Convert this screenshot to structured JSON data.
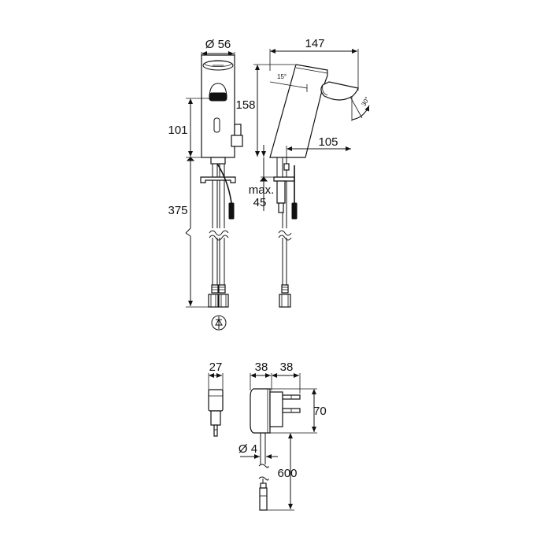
{
  "drawing": {
    "title": "Electronic basin tap dimension drawing",
    "front_view": {
      "diameter_label": "Ø 56",
      "height_outlet_label": "101",
      "hose_length_label": "375"
    },
    "side_view": {
      "reach_label": "147",
      "height_label": "158",
      "spout_reach_label": "105",
      "mounting_label_line1": "max.",
      "mounting_label_line2": "45",
      "angle_body_label": "15°",
      "angle_spout_label": "30°"
    },
    "symbol": {
      "name": "check-valve-symbol"
    },
    "power_supply": {
      "width_front_label": "27",
      "depth_body_label": "38",
      "depth_pins_label": "38",
      "height_label": "70",
      "cable_diameter_label": "Ø 4",
      "cable_length_label": "600"
    }
  }
}
